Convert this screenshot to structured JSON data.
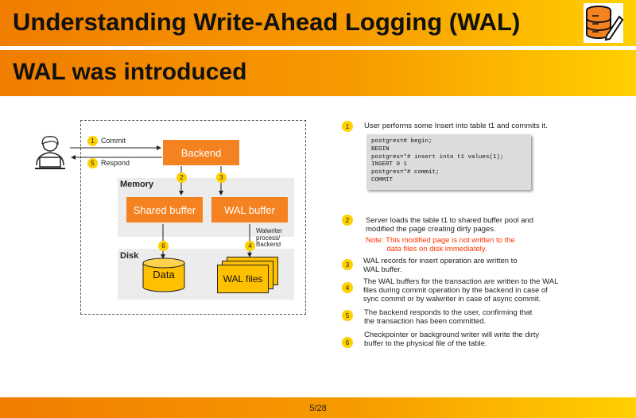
{
  "header": {
    "title": "Understanding Write-Ahead Logging (WAL)",
    "logo_icon": "database-edit-icon"
  },
  "subheader": {
    "title": "WAL was introduced"
  },
  "diagram": {
    "commit_label": "Commit",
    "respond_label": "Respond",
    "backend_label": "Backend",
    "memory_label": "Memory",
    "disk_label": "Disk",
    "shared_buffer_label": "Shared buffer",
    "wal_buffer_label": "WAL buffer",
    "data_label": "Data",
    "wal_files_label": "WAL files",
    "walwriter_lines": [
      "Walwriter",
      "process/",
      "Backend"
    ],
    "badges": {
      "commit": "1",
      "respond": "5",
      "shared": "2",
      "walbuf": "3",
      "data": "6",
      "walfiles": "4"
    }
  },
  "steps": [
    {
      "num": "1",
      "text": "User performs some Insert into table t1 and commits it."
    },
    {
      "num": "2",
      "text": "Server loads the table t1 to shared buffer pool and\nmodified the page creating dirty pages.",
      "note": "Note: This modified page is not written to the\n          data files on disk immediately."
    },
    {
      "num": "3",
      "text": "WAL records for insert operation are written to\nWAL buffer."
    },
    {
      "num": "4",
      "text": "The WAL buffers for the transaction are written to the WAL\nfiles during commit operation by the backend in case of\nsync commit or by walwriter in case of async commit."
    },
    {
      "num": "5",
      "text": "The backend responds to the user, confirming that\nthe transaction has been committed."
    },
    {
      "num": "6",
      "text": "Checkpointer or background writer will write the dirty\nbuffer to the physical file of the table."
    }
  ],
  "code_lines": [
    "postgres=# begin;",
    "BEGIN",
    "postgres=*# insert into t1 values(1);",
    "INSERT 0 1",
    "postgres=*# commit;",
    "COMMIT"
  ],
  "footer": {
    "page": "5/28"
  },
  "colors": {
    "accent": "#f58220",
    "badge": "#ffd000",
    "note": "#ff3300"
  }
}
